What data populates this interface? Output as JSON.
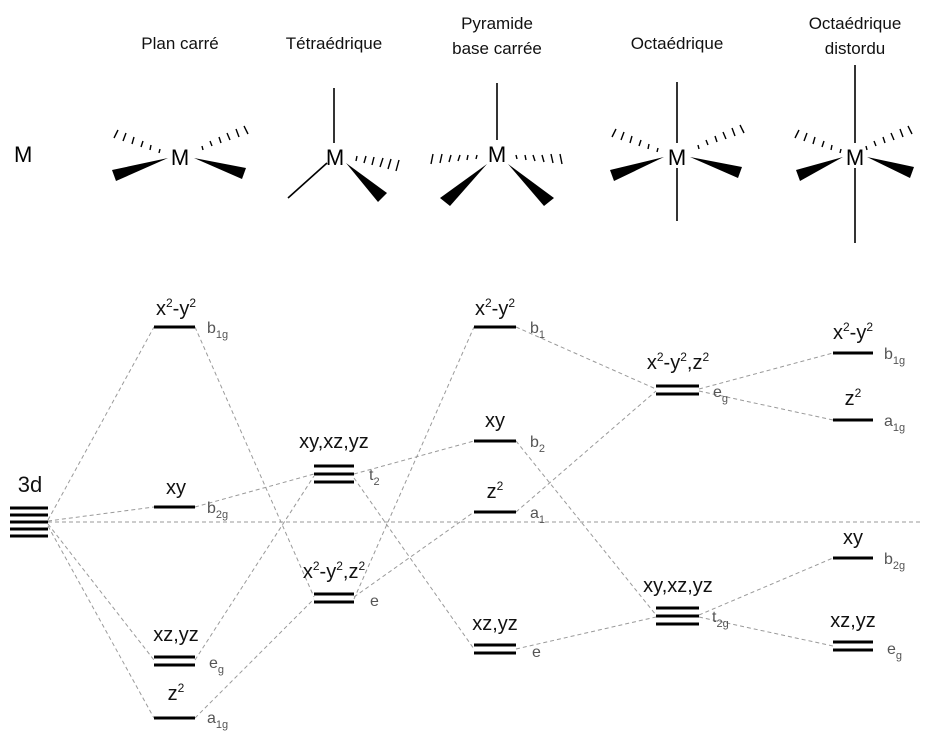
{
  "geometries": [
    {
      "name": "Plan carré"
    },
    {
      "name": "Tétraédrique"
    },
    {
      "name_line1": "Pyramide",
      "name_line2": "base carrée"
    },
    {
      "name": "Octaédrique"
    },
    {
      "name_line1": "Octaédrique",
      "name_line2": "distordu"
    }
  ],
  "metal_row_label": "M",
  "metal_atom": "M",
  "free_ion": {
    "label": "3d"
  },
  "labels": {
    "x2y2": "x²-y²",
    "xy": "xy",
    "xz_yz": "xz,yz",
    "z2": "z²",
    "xy_xz_yz": "xy,xz,yz",
    "x2y2_z2": "x²-y²,z²"
  },
  "symmetry": {
    "b1g": "b1g",
    "b2g": "b2g",
    "eg": "eg",
    "a1g": "a1g",
    "t2": "t2",
    "e": "e",
    "b1": "b1",
    "b2": "b2",
    "a1": "a1",
    "t2g": "t2g"
  }
}
